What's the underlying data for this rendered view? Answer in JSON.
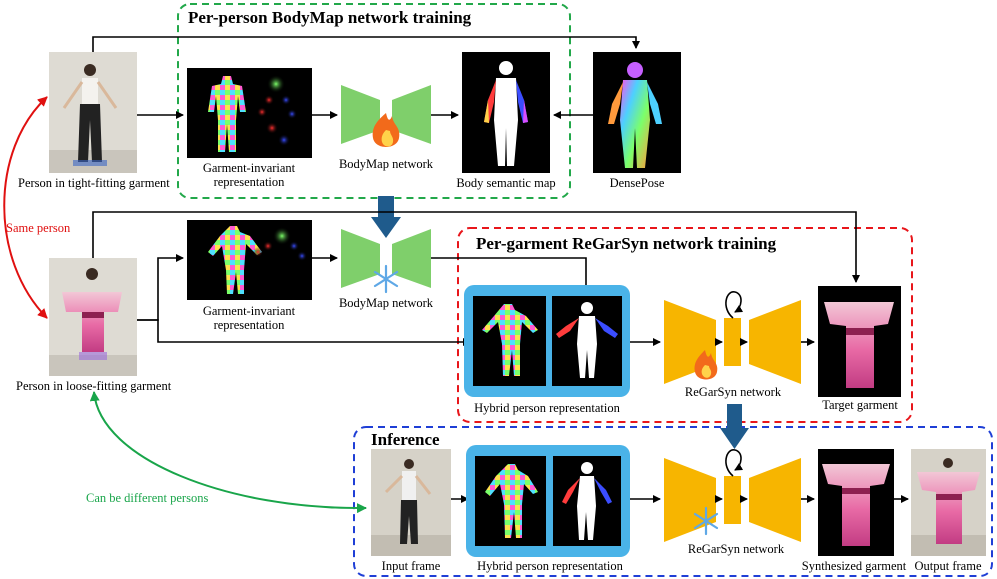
{
  "sections": {
    "bodymap_training": "Per-person BodyMap network training",
    "regarsyn_training": "Per-garment ReGarSyn network training",
    "inference": "Inference"
  },
  "labels": {
    "person_tight": "Person in tight-fitting garment",
    "person_loose": "Person in loose-fitting garment",
    "gi_rep_top_1": "Garment-invariant",
    "gi_rep_top_2": "representation",
    "gi_rep_mid_1": "Garment-invariant",
    "gi_rep_mid_2": "representation",
    "bodymap_net_top": "BodyMap network",
    "bodymap_net_mid": "BodyMap network",
    "body_semantic_map": "Body semantic map",
    "densepose": "DensePose",
    "hybrid_rep_train": "Hybrid person representation",
    "hybrid_rep_inf": "Hybrid person representation",
    "regarsyn_net_train": "ReGarSyn network",
    "regarsyn_net_inf": "ReGarSyn network",
    "target_garment": "Target garment",
    "input_frame": "Input frame",
    "synthesized_garment": "Synthesized garment",
    "output_frame": "Output frame",
    "same_person": "Same person",
    "different_persons": "Can be different persons"
  },
  "colors": {
    "bodymap_box": "#22a84a",
    "regarsyn_box": "#e8161b",
    "inference_box": "#1f3fd6",
    "green_net": "#7fcf6b",
    "yellow_net": "#f7b500",
    "hybrid_bg": "#4ab3e8",
    "big_arrow": "#1f5b8c"
  },
  "icons": {
    "trainable": "fire-icon",
    "frozen": "snowflake-icon"
  }
}
